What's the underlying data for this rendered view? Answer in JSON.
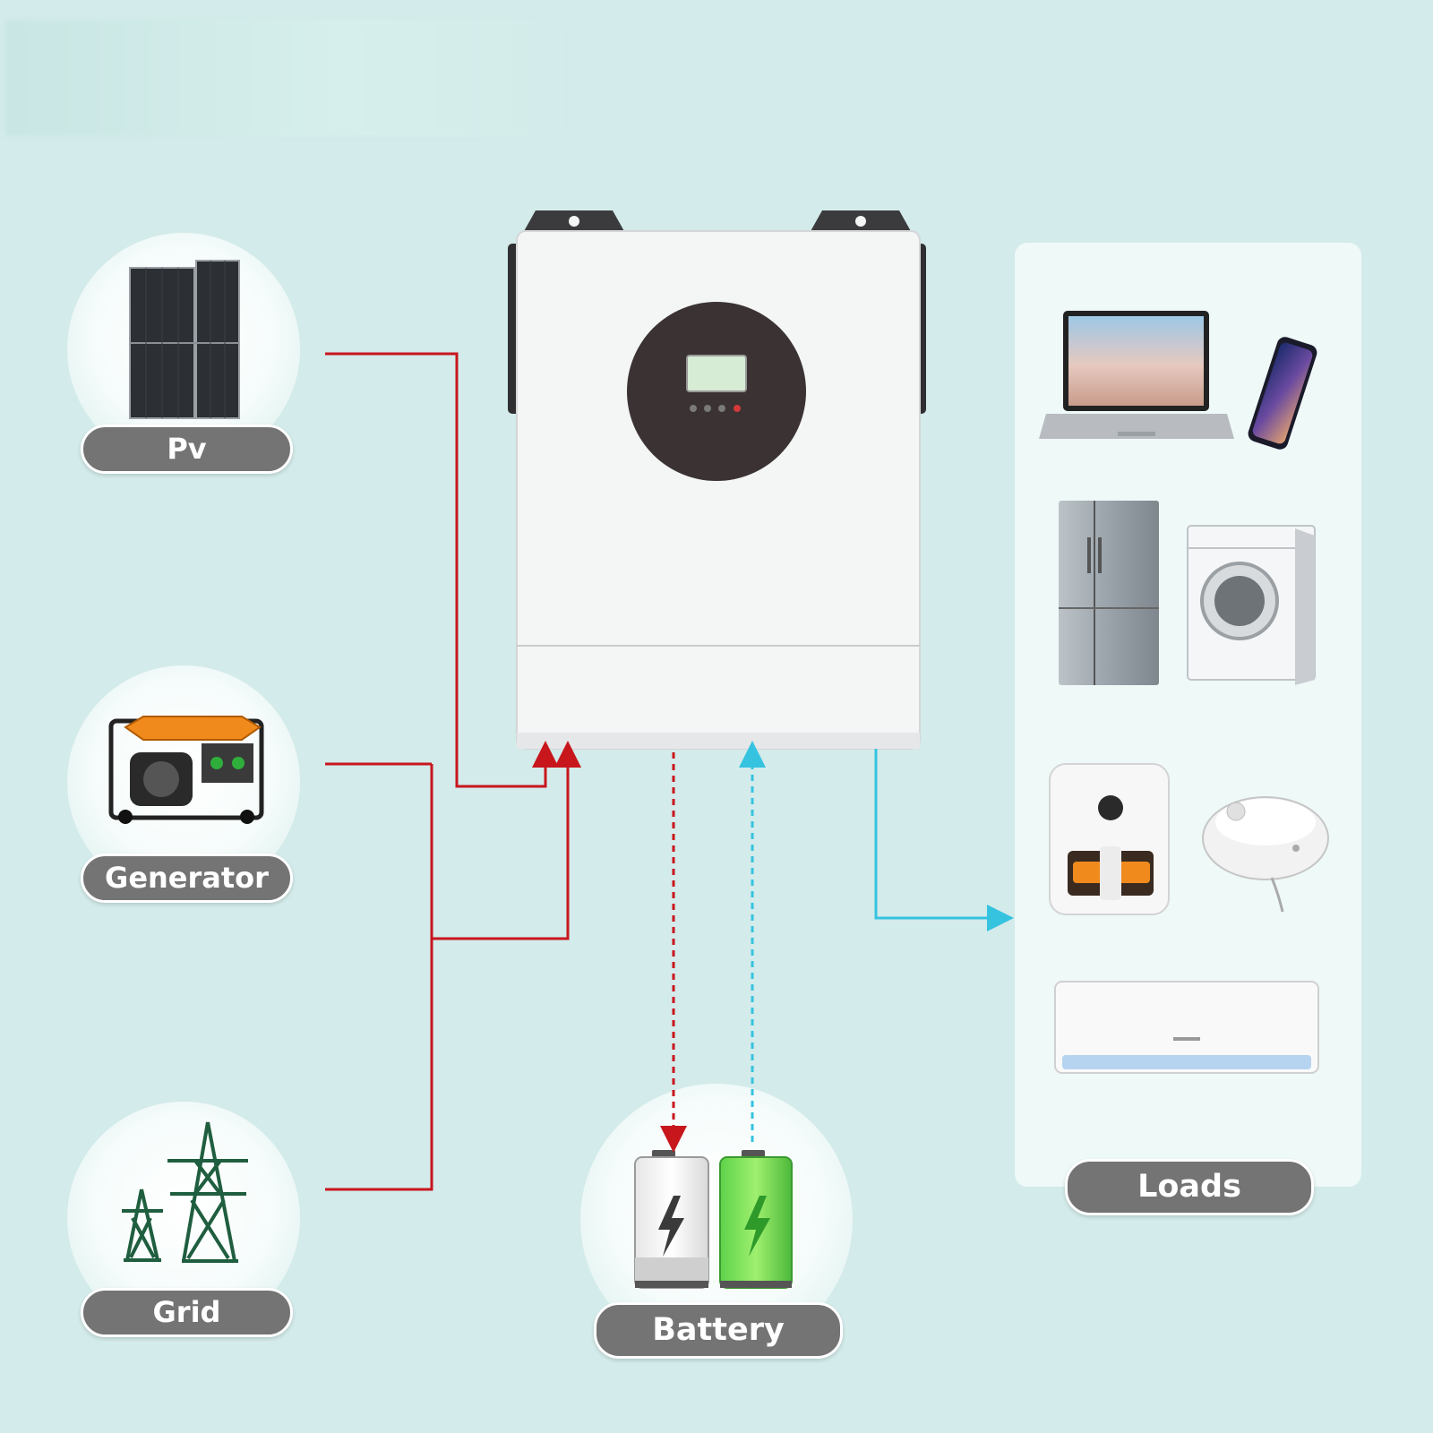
{
  "sources": [
    {
      "id": "pv",
      "label": "Pv",
      "icon": "solar-panel-icon"
    },
    {
      "id": "generator",
      "label": "Generator",
      "icon": "generator-icon"
    },
    {
      "id": "grid",
      "label": "Grid",
      "icon": "power-tower-icon"
    }
  ],
  "battery": {
    "label": "Battery",
    "icon": "battery-icon"
  },
  "loads": {
    "label": "Loads",
    "items": [
      "laptop-icon",
      "smartphone-icon",
      "refrigerator-icon",
      "washing-machine-icon",
      "air-fryer-icon",
      "robot-vacuum-icon",
      "air-conditioner-icon"
    ]
  },
  "inverter": {
    "icon": "hybrid-inverter-icon"
  },
  "colors": {
    "background": "#d3ebea",
    "charge_line": "#c8161d",
    "discharge_line": "#35c3e0",
    "pill": "#747474",
    "inverter_body": "#f4f5f5",
    "display_disc": "#3a3233"
  }
}
